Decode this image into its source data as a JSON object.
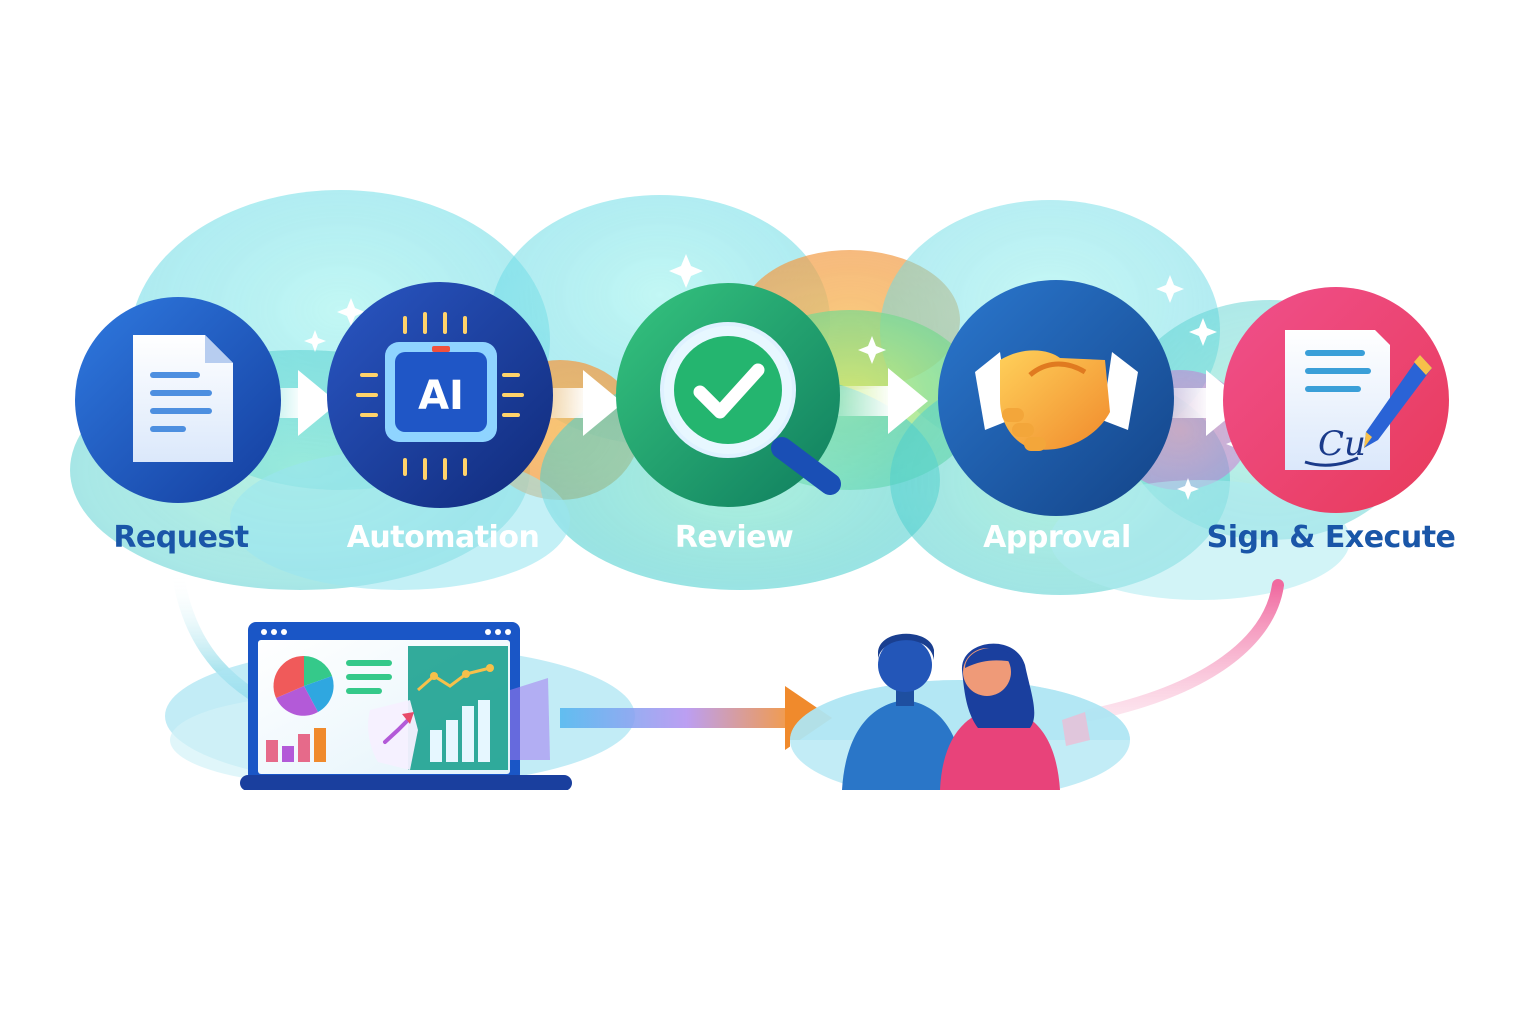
{
  "steps": [
    {
      "id": "request",
      "label": "Request",
      "icon": "document-icon",
      "color": "#1a4fb5"
    },
    {
      "id": "automation",
      "label": "Automation",
      "icon": "ai-chip-icon",
      "color": "#1d3f9e"
    },
    {
      "id": "review",
      "label": "Review",
      "icon": "magnifier-check-icon",
      "color": "#1e9e6a"
    },
    {
      "id": "approval",
      "label": "Approval",
      "icon": "handshake-icon",
      "color": "#1f5fa8"
    },
    {
      "id": "sign",
      "label": "Sign & Execute",
      "icon": "signed-contract-icon",
      "color": "#e8436f"
    }
  ],
  "chip_text": "AI",
  "signature_text": "Cu",
  "lower_flow": {
    "left_icon": "analytics-dashboard-icon",
    "right_icon": "team-people-icon"
  },
  "colors": {
    "label_dark": "#1a56a8",
    "label_light": "#ffffff",
    "accent_orange": "#f08a2c",
    "accent_pink": "#e8436f"
  }
}
